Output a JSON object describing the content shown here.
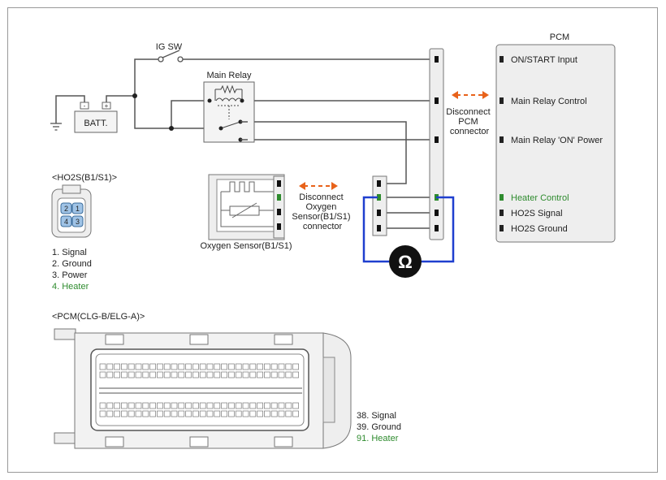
{
  "labels": {
    "ig_sw": "IG SW",
    "main_relay": "Main Relay",
    "batt": "BATT.",
    "batt_neg": "-",
    "batt_pos": "+",
    "pcm": "PCM",
    "disconnect_pcm": [
      "Disconnect",
      "PCM",
      "connector"
    ],
    "disconnect_o2": [
      "Disconnect",
      "Oxygen",
      "Sensor(B1/S1)",
      "connector"
    ],
    "oxygen_sensor": "Oxygen Sensor(B1/S1)",
    "ohm": "Ω"
  },
  "pcm_pins": [
    {
      "label": "ON/START Input",
      "color": "#222222"
    },
    {
      "label": "Main Relay Control",
      "color": "#222222"
    },
    {
      "label": "Main Relay 'ON' Power",
      "color": "#222222"
    },
    {
      "label": "Heater Control",
      "color": "#2e8b2e"
    },
    {
      "label": "HO2S Signal",
      "color": "#222222"
    },
    {
      "label": "HO2S Ground",
      "color": "#222222"
    }
  ],
  "ho2s": {
    "title": "<HO2S(B1/S1)>",
    "pin_numbers": [
      "2",
      "1",
      "4",
      "3"
    ],
    "legend": [
      {
        "text": "1. Signal",
        "color": "#222222"
      },
      {
        "text": "2. Ground",
        "color": "#222222"
      },
      {
        "text": "3. Power",
        "color": "#222222"
      },
      {
        "text": "4. Heater",
        "color": "#2e8b2e"
      }
    ]
  },
  "pcm_connector": {
    "title": "<PCM(CLG-B/ELG-A)>",
    "legend": [
      {
        "text": "38. Signal",
        "color": "#222222"
      },
      {
        "text": "39. Ground",
        "color": "#222222"
      },
      {
        "text": "91. Heater",
        "color": "#2e8b2e"
      }
    ]
  },
  "colors": {
    "wire": "#555555",
    "highlight": "#2e8b2e",
    "meter": "#1f3fcf",
    "arrow": "#e8621a",
    "panel": "#eeeeee"
  }
}
